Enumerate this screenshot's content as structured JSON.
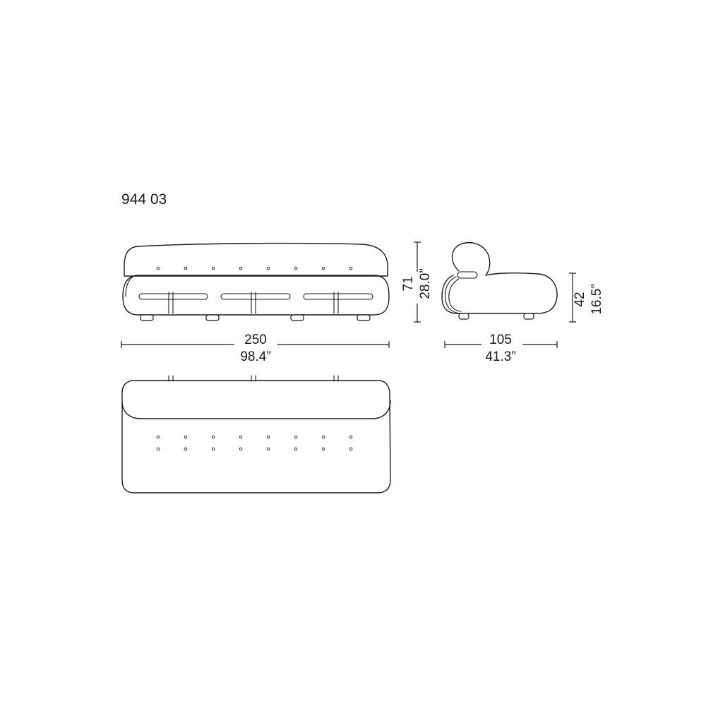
{
  "model_code": "944 03",
  "dimensions": {
    "width_cm": "250",
    "width_in": "98.4”",
    "height_cm": "71",
    "height_in": "28.0”",
    "depth_cm": "105",
    "depth_in": "41.3”",
    "seat_height_cm": "42",
    "seat_height_in": "16.5”"
  },
  "colors": {
    "line": "#1a1a1a",
    "background": "#ffffff"
  }
}
